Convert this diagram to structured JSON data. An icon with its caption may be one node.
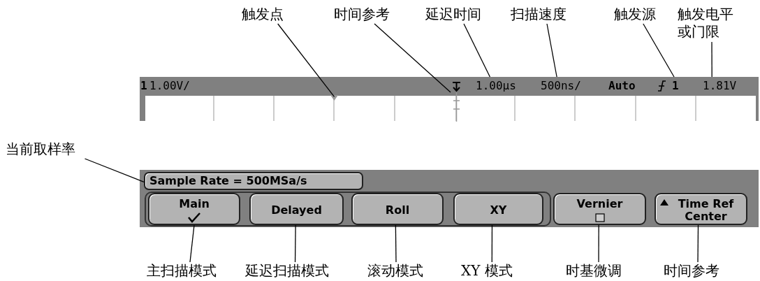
{
  "diagram": {
    "nodes": [
      {
        "text": [
          "触发点"
        ]
      },
      {
        "text": [
          "时间参考"
        ]
      },
      {
        "text": [
          "延迟时间"
        ]
      },
      {
        "text": [
          "扫描速度"
        ]
      },
      {
        "text": [
          "触发源"
        ]
      },
      {
        "text": [
          "触发电平或门限"
        ]
      },
      {
        "text": [],
        "shape": "box"
      },
      {
        "text": [
          "1"
        ],
        "in": 6
      },
      {
        "text": [
          "1.00V/"
        ],
        "in": 6
      },
      {
        "text": [],
        "shape": "triangle",
        "in": 6
      },
      {
        "text": [],
        "shape": "marker",
        "in": 6
      },
      {
        "text": [
          "1.00µs"
        ],
        "in": 6
      },
      {
        "text": [
          "500ns/"
        ],
        "in": 6
      },
      {
        "text": [
          "Auto"
        ],
        "in": 6
      },
      {
        "text": [
          "1"
        ],
        "in": 6
      },
      {
        "text": [
          "1.81V"
        ],
        "in": 6
      },
      {
        "text": [
          "当前取样率"
        ]
      },
      {
        "text": [],
        "shape": "box"
      },
      {
        "text": [
          "Sample Rate = 500MSa/s"
        ],
        "in": 17
      },
      {
        "text": [
          "Main"
        ],
        "in": 17
      },
      {
        "text": [
          "Delayed"
        ],
        "in": 17
      },
      {
        "text": [
          "Roll"
        ],
        "in": 17
      },
      {
        "text": [
          "XY"
        ],
        "in": 17
      },
      {
        "text": [
          "Vernier"
        ],
        "in": 17
      },
      {
        "text": [
          "Time Ref Center"
        ],
        "in": 17
      },
      {
        "text": [
          "主扫描模式"
        ]
      },
      {
        "text": [
          "延迟扫描模式"
        ]
      },
      {
        "text": [
          "滚动模式"
        ]
      },
      {
        "text": [
          "XY 模式"
        ]
      },
      {
        "text": [
          "时基微调"
        ]
      },
      {
        "text": [
          "时间参考"
        ]
      }
    ],
    "edges": [
      {
        "from": 0,
        "to": 9,
        "arrow": "none"
      },
      {
        "from": 1,
        "to": 10,
        "arrow": "none"
      },
      {
        "from": 2,
        "to": 11,
        "arrow": "none"
      },
      {
        "from": 3,
        "to": 12,
        "arrow": "none"
      },
      {
        "from": 4,
        "to": 14,
        "arrow": "none"
      },
      {
        "from": 5,
        "to": 15,
        "arrow": "none"
      },
      {
        "from": 16,
        "to": 18,
        "arrow": "none"
      },
      {
        "from": 25,
        "to": 19,
        "arrow": "none"
      },
      {
        "from": 26,
        "to": 20,
        "arrow": "none"
      },
      {
        "from": 27,
        "to": 21,
        "arrow": "none"
      },
      {
        "from": 28,
        "to": 22,
        "arrow": "none"
      },
      {
        "from": 29,
        "to": 23,
        "arrow": "none"
      },
      {
        "from": 30,
        "to": 24,
        "arrow": "none"
      }
    ]
  }
}
